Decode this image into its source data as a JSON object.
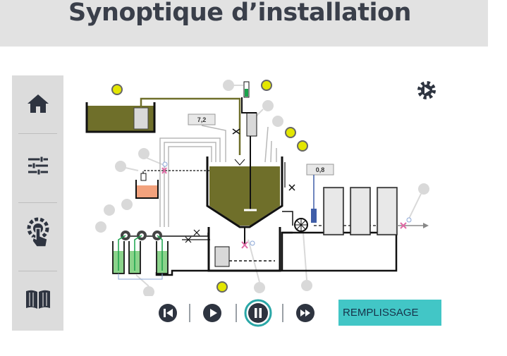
{
  "header": {
    "title": "Synoptique d’installation"
  },
  "sidebar": {
    "items": [
      {
        "icon": "home-icon"
      },
      {
        "icon": "sliders-icon"
      },
      {
        "icon": "touch-settings-icon"
      },
      {
        "icon": "book-icon"
      }
    ]
  },
  "diagram": {
    "ph_value": "7,2",
    "level_value": "0,8"
  },
  "controls": {
    "icons": [
      "skip-back-icon",
      "play-icon",
      "pause-icon",
      "fast-forward-icon"
    ]
  },
  "mode": {
    "label": "REMPLISSAGE"
  },
  "colors": {
    "sludge": "#6f6f2a",
    "indicator": "#e3e600",
    "accent": "#42c6c6",
    "icon": "#3a3f4a"
  }
}
